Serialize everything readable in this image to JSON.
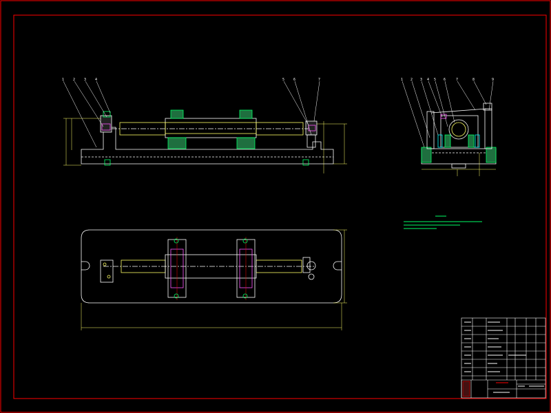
{
  "drawing": {
    "background": "#000000",
    "border_color": "#ff0000",
    "line_color": "#ffffff",
    "accent_yellow": "#ffff66",
    "accent_green": "#00ff66",
    "accent_cyan": "#00ffff",
    "accent_magenta": "#ff55ff",
    "dim_color": "#ffff66"
  },
  "front_view": {
    "balloons": [
      "1",
      "2",
      "3",
      "4",
      "5",
      "6",
      "7"
    ],
    "dim_overall": "",
    "dim_height": ""
  },
  "side_view": {
    "balloons": [
      "1",
      "2",
      "3",
      "4",
      "5",
      "6",
      "7",
      "8",
      "9"
    ]
  },
  "plan_view": {
    "dim_length": ""
  },
  "notes": {
    "title": "",
    "lines": [
      "",
      "",
      ""
    ]
  },
  "title_block": {
    "drawing_name": "",
    "company": ""
  }
}
